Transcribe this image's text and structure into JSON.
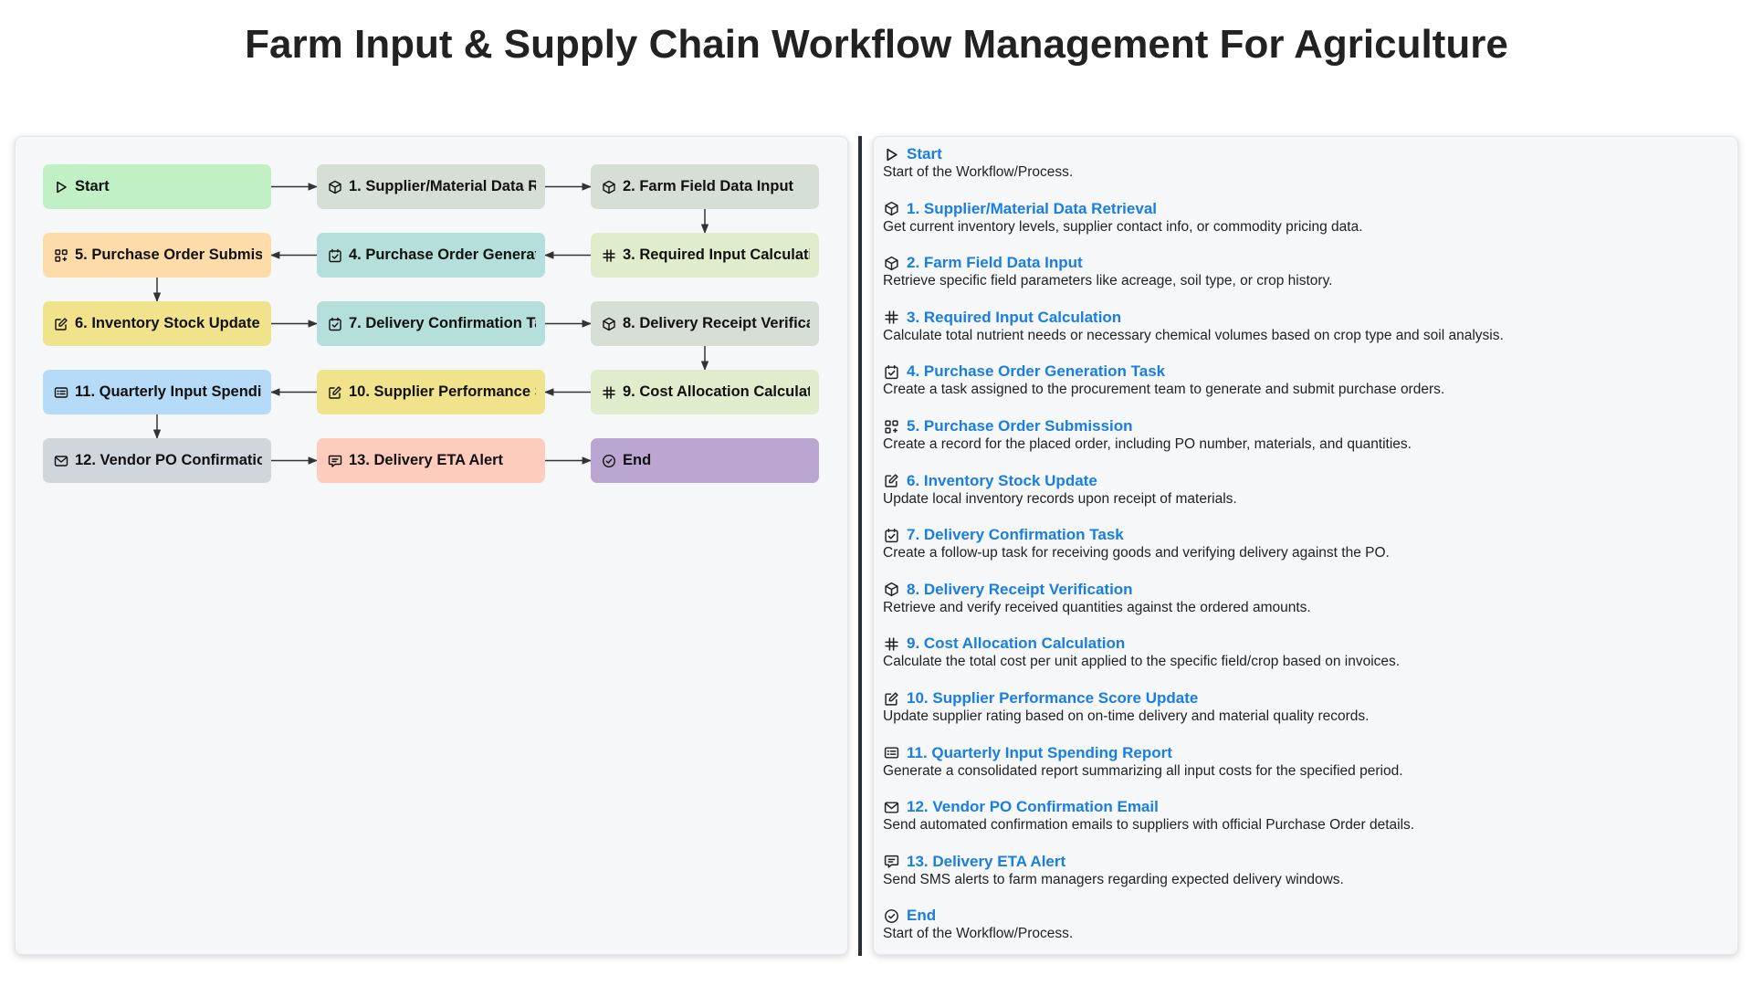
{
  "title": "Farm Input & Supply Chain Workflow Management For Agriculture",
  "colors": {
    "link": "#1a7ee0",
    "green": "#c0f0c4",
    "sage": "#d5dfd6",
    "peach": "#fedcaa",
    "teal": "#b4dfdb",
    "lime": "#dfedcd",
    "yellow": "#f0e38c",
    "sky": "#b6dbf8",
    "slate": "#cfd7dc",
    "salmon": "#feccbd",
    "lavender": "#bba6d2"
  },
  "nodes": [
    {
      "label": "Start",
      "icon": "play-icon",
      "color": "green"
    },
    {
      "label": "1. Supplier/Material Data Retrieval",
      "icon": "cube-icon",
      "color": "sage"
    },
    {
      "label": "2. Farm Field Data Input",
      "icon": "cube-icon",
      "color": "sage"
    },
    {
      "label": "3. Required Input Calculation",
      "icon": "hash-icon",
      "color": "lime"
    },
    {
      "label": "4. Purchase Order Generation Task",
      "icon": "task-icon",
      "color": "teal"
    },
    {
      "label": "5. Purchase Order Submission",
      "icon": "grid-icon",
      "color": "peach"
    },
    {
      "label": "6. Inventory Stock Update",
      "icon": "edit-icon",
      "color": "yellow"
    },
    {
      "label": "7. Delivery Confirmation Task",
      "icon": "task-icon",
      "color": "teal"
    },
    {
      "label": "8. Delivery Receipt Verification",
      "icon": "cube-icon",
      "color": "sage"
    },
    {
      "label": "9. Cost Allocation Calculation",
      "icon": "hash-icon",
      "color": "lime"
    },
    {
      "label": "10. Supplier Performance Score Update",
      "icon": "edit-icon",
      "color": "yellow"
    },
    {
      "label": "11. Quarterly Input Spending Report",
      "icon": "report-icon",
      "color": "sky"
    },
    {
      "label": "12. Vendor PO Confirmation Email",
      "icon": "mail-icon",
      "color": "slate"
    },
    {
      "label": "13. Delivery ETA Alert",
      "icon": "message-icon",
      "color": "salmon"
    },
    {
      "label": "End",
      "icon": "check-circle-icon",
      "color": "lavender"
    }
  ],
  "steps": [
    {
      "title": "Start",
      "icon": "play-icon",
      "desc": "Start of the Workflow/Process."
    },
    {
      "title": "1. Supplier/Material Data Retrieval",
      "icon": "cube-icon",
      "desc": "Get current inventory levels, supplier contact info, or commodity pricing data."
    },
    {
      "title": "2. Farm Field Data Input",
      "icon": "cube-icon",
      "desc": "Retrieve specific field parameters like acreage, soil type, or crop history."
    },
    {
      "title": "3. Required Input Calculation",
      "icon": "hash-icon",
      "desc": "Calculate total nutrient needs or necessary chemical volumes based on crop type and soil analysis."
    },
    {
      "title": "4. Purchase Order Generation Task",
      "icon": "task-icon",
      "desc": "Create a task assigned to the procurement team to generate and submit purchase orders."
    },
    {
      "title": "5. Purchase Order Submission",
      "icon": "grid-icon",
      "desc": "Create a record for the placed order, including PO number, materials, and quantities."
    },
    {
      "title": "6. Inventory Stock Update",
      "icon": "edit-icon",
      "desc": "Update local inventory records upon receipt of materials."
    },
    {
      "title": "7. Delivery Confirmation Task",
      "icon": "task-icon",
      "desc": "Create a follow-up task for receiving goods and verifying delivery against the PO."
    },
    {
      "title": "8. Delivery Receipt Verification",
      "icon": "cube-icon",
      "desc": "Retrieve and verify received quantities against the ordered amounts."
    },
    {
      "title": "9. Cost Allocation Calculation",
      "icon": "hash-icon",
      "desc": "Calculate the total cost per unit applied to the specific field/crop based on invoices."
    },
    {
      "title": "10. Supplier Performance Score Update",
      "icon": "edit-icon",
      "desc": "Update supplier rating based on on-time delivery and material quality records."
    },
    {
      "title": "11. Quarterly Input Spending Report",
      "icon": "report-icon",
      "desc": "Generate a consolidated report summarizing all input costs for the specified period."
    },
    {
      "title": "12. Vendor PO Confirmation Email",
      "icon": "mail-icon",
      "desc": "Send automated confirmation emails to suppliers with official Purchase Order details."
    },
    {
      "title": "13. Delivery ETA Alert",
      "icon": "message-icon",
      "desc": "Send SMS alerts to farm managers regarding expected delivery windows."
    },
    {
      "title": "End",
      "icon": "check-circle-icon",
      "desc": "Start of the Workflow/Process."
    }
  ]
}
